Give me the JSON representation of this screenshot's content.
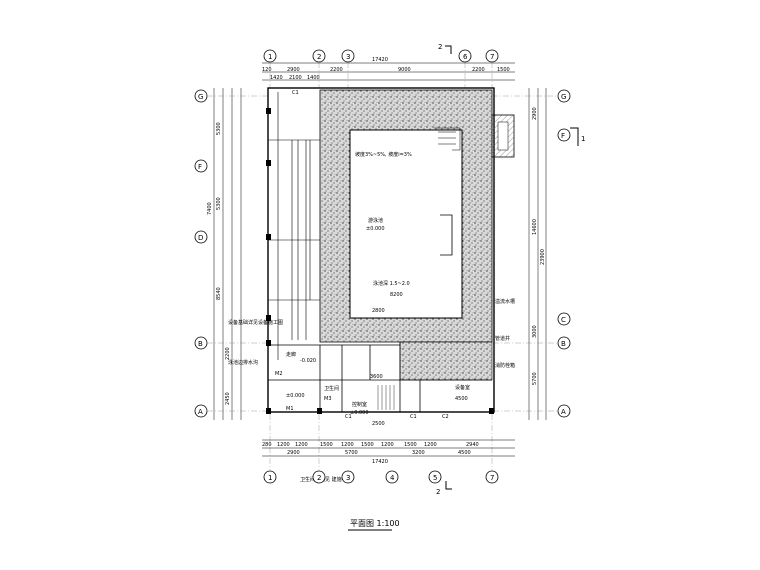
{
  "title": "平面图 1:100",
  "grid_top": [
    "1",
    "2",
    "3",
    "6",
    "7"
  ],
  "grid_bottom": [
    "1",
    "2",
    "3",
    "4",
    "5",
    "7"
  ],
  "grid_left": [
    "G",
    "F",
    "D",
    "B",
    "A"
  ],
  "grid_right": [
    "G",
    "F",
    "C",
    "B",
    "A"
  ],
  "section_mark": "2",
  "section_mark_right": "1",
  "overall_width": "17420",
  "overall_depth": "14600",
  "top_dims_row1": [
    "120",
    "2900",
    "2200",
    "9000",
    "2200",
    "1500"
  ],
  "top_dims_row2": [
    "1420",
    "2100",
    "1400"
  ],
  "bottom_dims_row1": [
    "280",
    "1200",
    "1200",
    "1500",
    "1200",
    "1500",
    "1200",
    "1500",
    "1200",
    "2940"
  ],
  "bottom_dims_row2": [
    "2900",
    "5700",
    "3200",
    "4500"
  ],
  "left_dims": [
    "5300",
    "7400",
    "8540",
    "5300",
    "2200",
    "2450"
  ],
  "right_dims": [
    "2900",
    "14600",
    "23900",
    "3000",
    "5700"
  ],
  "rooms": {
    "pool": "游泳池",
    "pool_level": "±0.000",
    "control": "控制室",
    "control_level": "±0.000",
    "equipment": "设备室",
    "equipment_dim": "4500",
    "stair_level": "±0.000",
    "wc": "卫生间",
    "corridor": "走廊",
    "corridor_level": "-0.020"
  },
  "annotations": {
    "pool_depth": "泳池深 1.5~2.0",
    "pool_slope": "坡度3%~5%, 坡度i=3%",
    "dim_8200": "8200",
    "dim_5700_2500": "2800",
    "dim_3600": "3600",
    "dim_2500": "2500",
    "note_left_1": "设备基础详见设备施工图",
    "note_left_2": "泳池边排水沟",
    "note_right_1": "溢流水槽",
    "note_right_2": "管道井",
    "note_right_3": "消防栓箱",
    "note_bottom": "卫生间详图见 建施-13"
  },
  "doors": [
    "C1",
    "C1",
    "C1",
    "C2",
    "M1",
    "M2",
    "M3"
  ]
}
